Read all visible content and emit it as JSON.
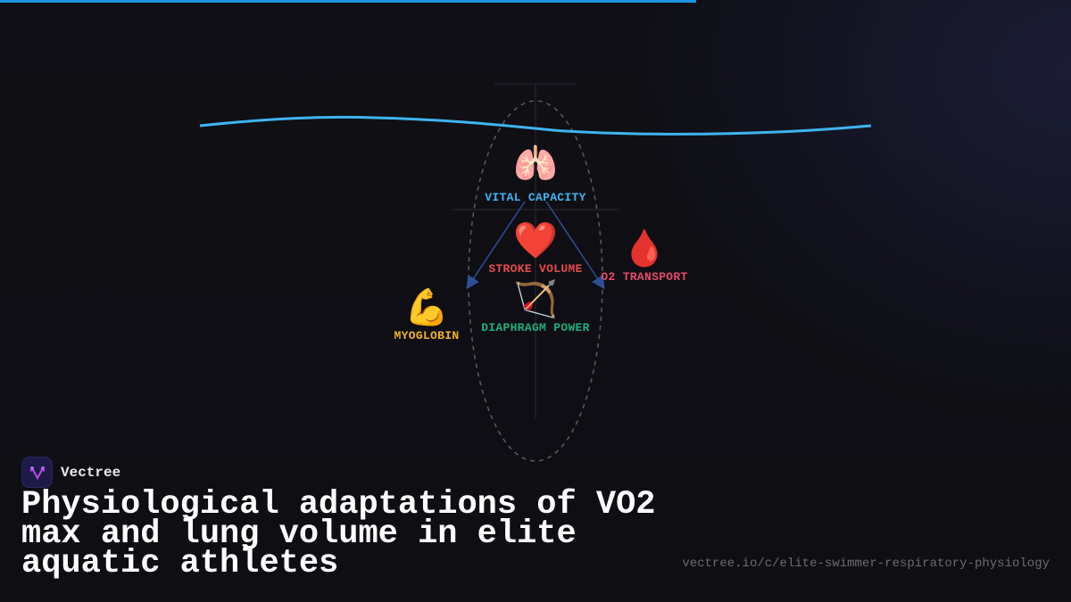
{
  "header": {
    "progress_bar_color": "#1e94e0"
  },
  "diagram": {
    "nodes": [
      {
        "id": "vital-capacity",
        "icon": "lungs-icon",
        "emoji": "🫁",
        "label": "VITAL CAPACITY",
        "color": "#3fb4f0"
      },
      {
        "id": "stroke-volume",
        "icon": "heart-icon",
        "emoji": "❤️",
        "label": "STROKE VOLUME",
        "color": "#e84a4a"
      },
      {
        "id": "o2-transport",
        "icon": "blood-drop-icon",
        "emoji": "🩸",
        "label": "O2 TRANSPORT",
        "color": "#e84a6a"
      },
      {
        "id": "myoglobin",
        "icon": "flexed-biceps-icon",
        "emoji": "💪",
        "label": "MYOGLOBIN",
        "color": "#f0b429"
      },
      {
        "id": "diaphragm-power",
        "icon": "bow-and-arrow-icon",
        "emoji": "🏹",
        "label": "DIAPHRAGM POWER",
        "color": "#1fae7a"
      }
    ],
    "wave_color": "#3fb4f0",
    "arrow_color": "#2e4f96"
  },
  "brand": {
    "name": "Vectree"
  },
  "footer": {
    "title": "Physiological adaptations of VO2 max and lung volume in elite aquatic athletes",
    "url": "vectree.io/c/elite-swimmer-respiratory-physiology"
  }
}
